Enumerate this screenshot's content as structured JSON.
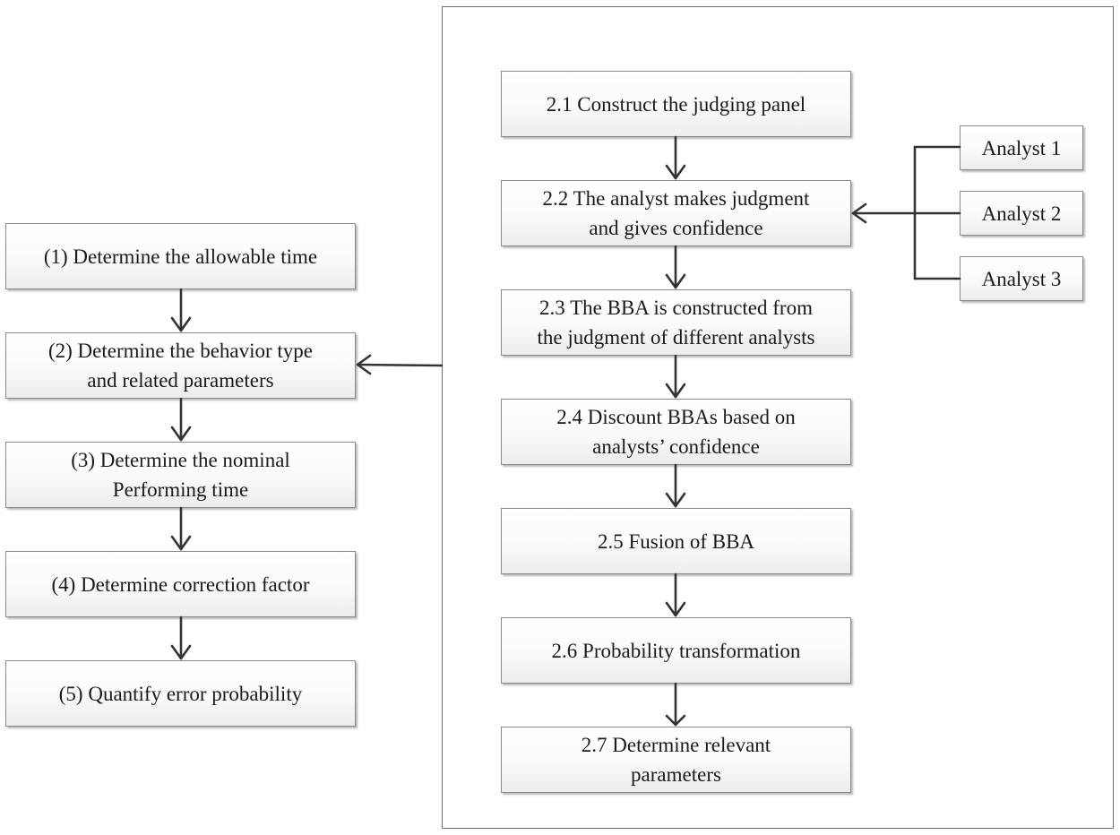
{
  "left_steps": [
    "(1) Determine the allowable time",
    "(2) Determine the behavior type\nand related parameters",
    "(3) Determine the nominal\nPerforming time",
    "(4) Determine correction factor",
    "(5) Quantify error probability"
  ],
  "right_steps": [
    "2.1 Construct the judging panel",
    "2.2 The analyst makes judgment\nand gives confidence",
    "2.3 The BBA is constructed from\nthe judgment of different analysts",
    "2.4 Discount BBAs based on\nanalysts’  confidence",
    "2.5 Fusion of BBA",
    "2.6 Probability transformation",
    "2.7 Determine relevant\nparameters"
  ],
  "analysts": [
    "Analyst 1",
    "Analyst 2",
    "Analyst 3"
  ],
  "colors": {
    "arrow": "#333333",
    "box_border": "#8a8a8a",
    "frame_border": "#6f6f6f"
  }
}
